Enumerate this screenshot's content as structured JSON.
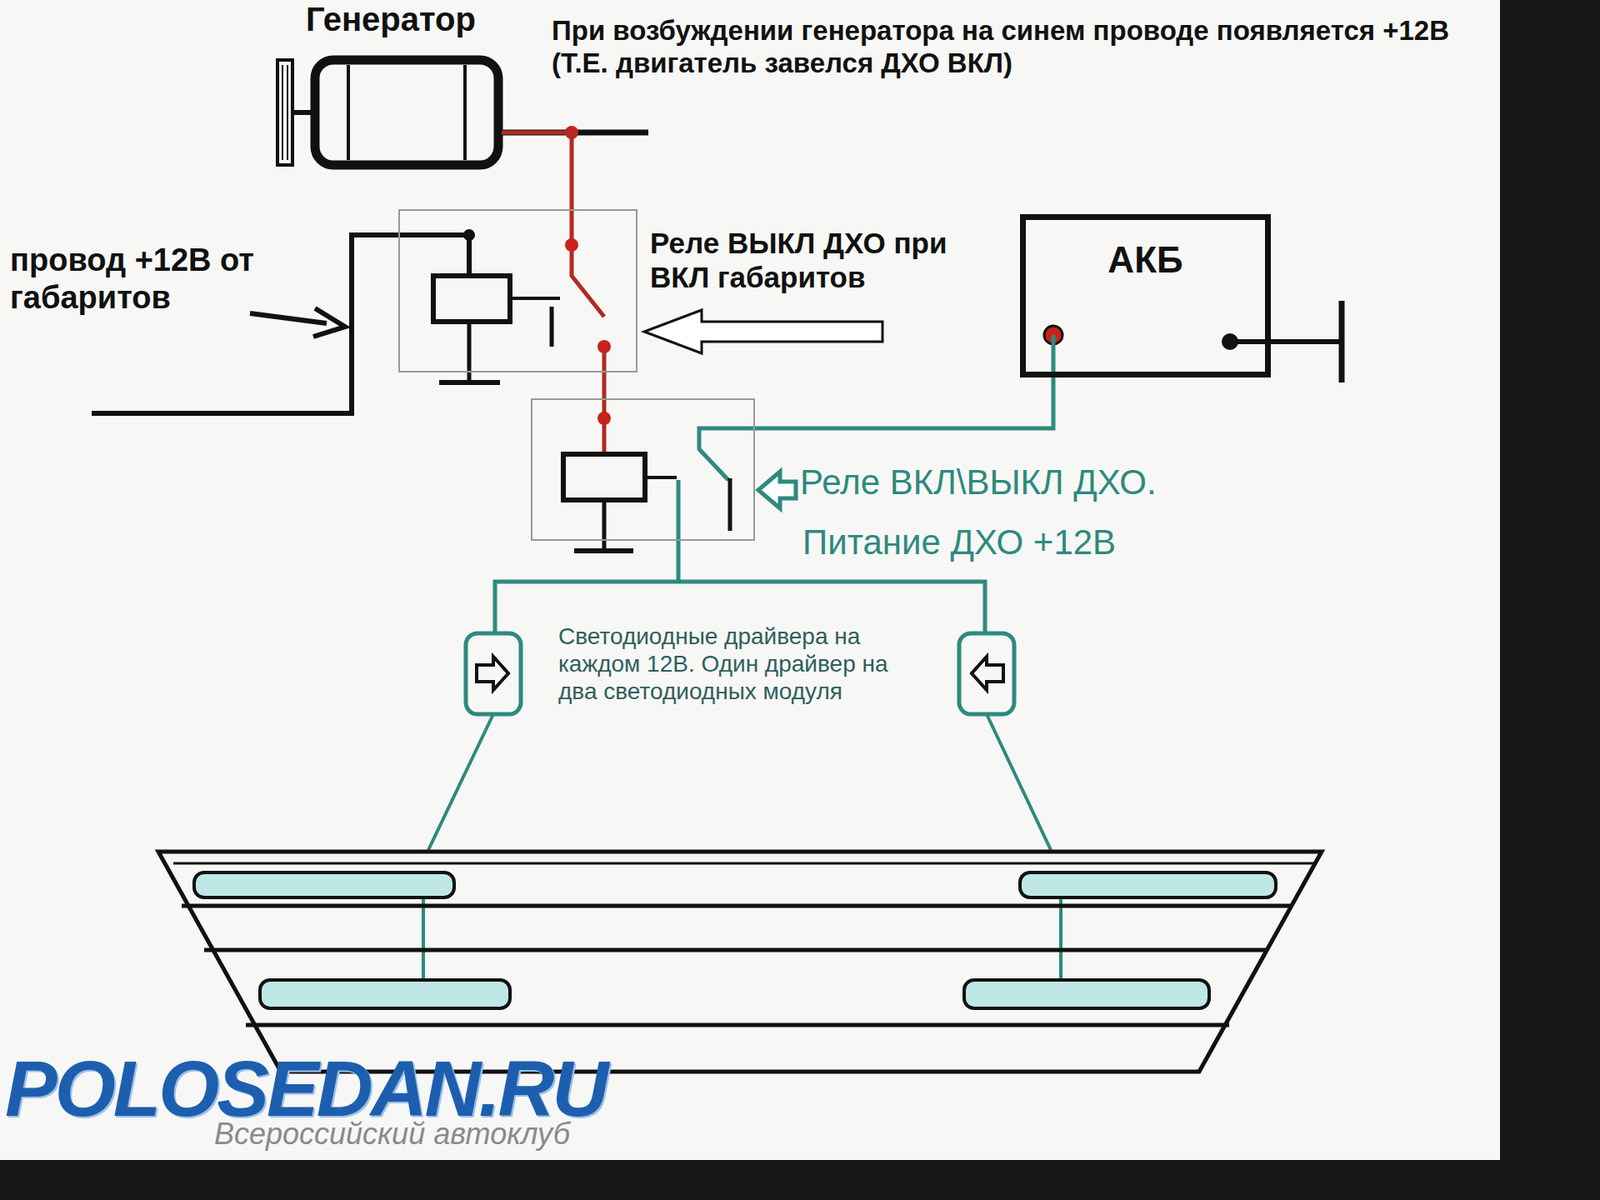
{
  "diagram": {
    "nodes": [
      {
        "text": [
          "Генератор"
        ]
      },
      {
        "text": [
          "Реле ВЫКЛ ДХО при ВКЛ габаритов"
        ]
      },
      {
        "text": [
          "АКБ"
        ]
      },
      {
        "text": [
          "Реле ВКЛ\\ВЫКЛ ДХО.",
          "Питание ДХО +12В"
        ]
      }
    ],
    "edges": [
      {
        "from": 0,
        "to": 1,
        "arrow": "none"
      },
      {
        "from": 1,
        "to": 3,
        "arrow": "none"
      },
      {
        "from": 2,
        "to": 3,
        "arrow": "none"
      }
    ],
    "labels": [
      "При возбуждении генератора на синем проводе появляется +12В (Т.Е. двигатель завелся ДХО ВКЛ)",
      "провод +12В от габаритов",
      "Светодиодные драйвера на каждом 12В. Один драйвер на два светодиодных модуля",
      "POLOSEDAN.RU",
      "Всероссийский автоклуб"
    ]
  }
}
